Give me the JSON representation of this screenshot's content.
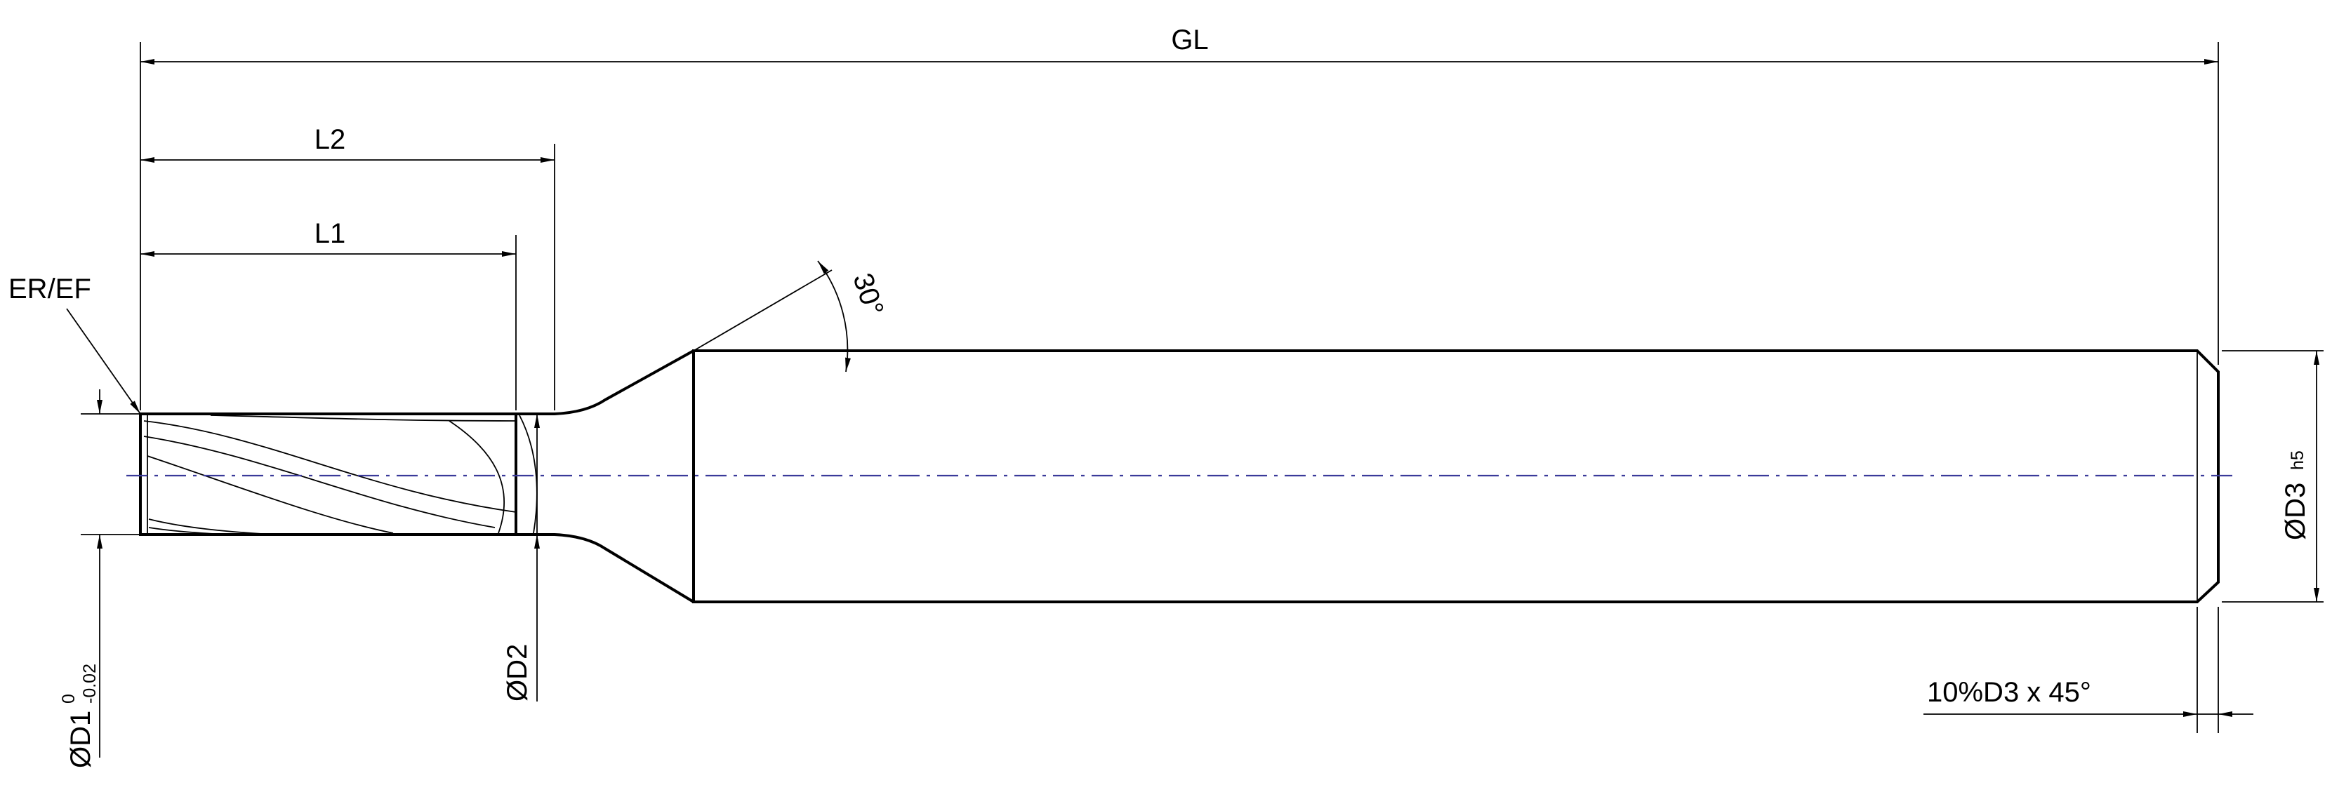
{
  "labels": {
    "gl": "GL",
    "l2": "L2",
    "l1": "L1",
    "er_ef": "ER/EF",
    "angle": "30°",
    "d1": "ØD1",
    "d1_tol_upper": "0",
    "d1_tol_lower": "-0.02",
    "d2": "ØD2",
    "d3": "ØD3",
    "d3_tol": "h5",
    "chamfer": "10%D3 x 45°"
  },
  "colors": {
    "line": "#000000",
    "centerline": "#3a3a9a"
  }
}
